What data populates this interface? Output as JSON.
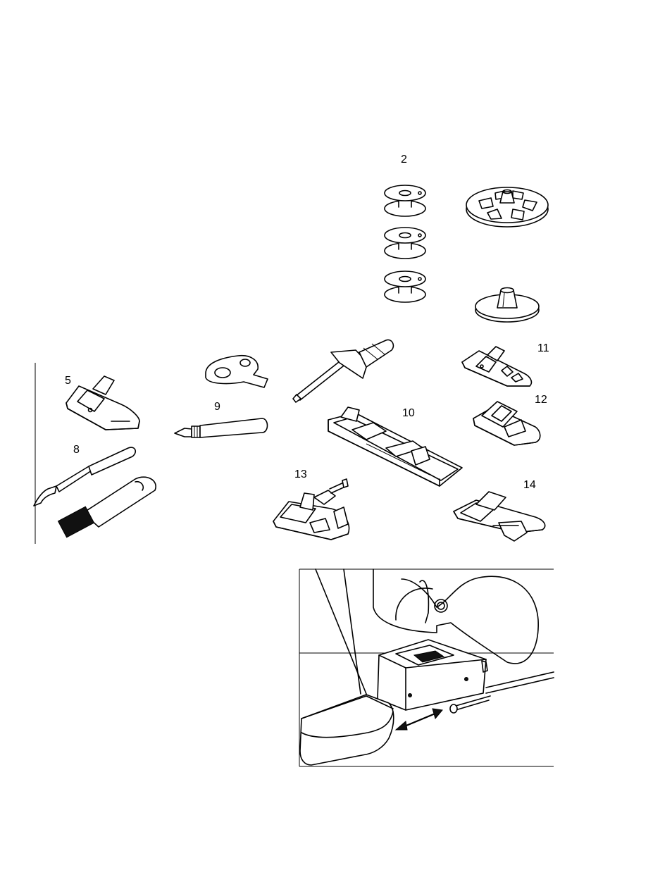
{
  "labels": {
    "bobbins": "2",
    "foot_5": "5",
    "seam_ripper_brush": "8",
    "oil_pen": "9",
    "buttonhole_foot": "10",
    "foot_11": "11",
    "foot_12": "12",
    "foot_13": "13",
    "foot_14": "14"
  }
}
